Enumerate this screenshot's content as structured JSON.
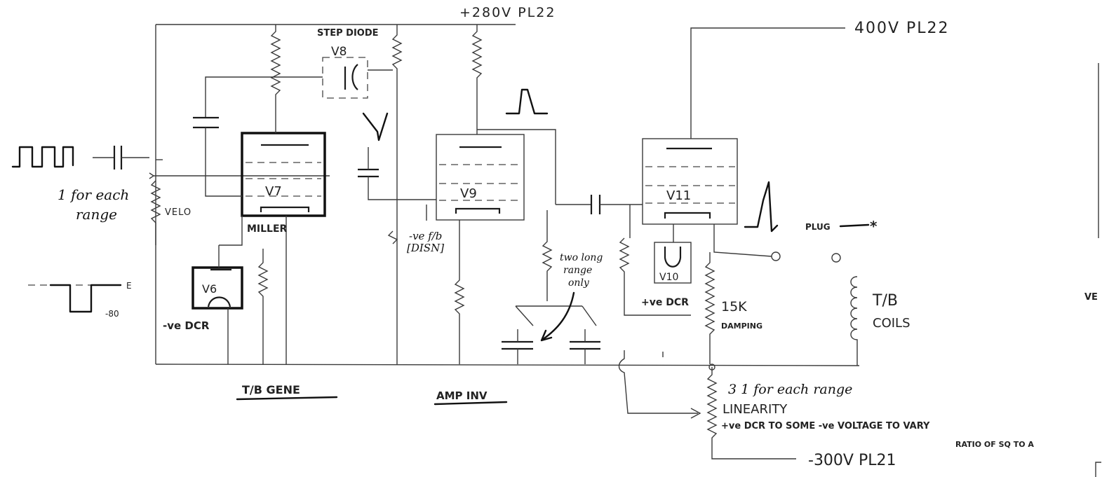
{
  "rails": {
    "hv_280": "+280V PL22",
    "hv_400": "400V PL22",
    "neg_300": "-300V PL21"
  },
  "valves": {
    "v6": "V6",
    "v7": "V7",
    "v8": "V8",
    "v9": "V9",
    "v10": "V10",
    "v11": "V11"
  },
  "labels": {
    "step_diode": "STEP DIODE",
    "miller": "MILLER",
    "velo": "VELO",
    "ve_dcr_neg": "-ve DCR",
    "ve_dcr_pos": "+ve DCR",
    "ve_fb": "-ve f/b",
    "disn": "[DISN]",
    "one_each_range_a": "1 for each",
    "one_each_range_b": "range",
    "two_long_a": "two long",
    "two_long_b": "range",
    "two_long_c": "only",
    "level_e": "E",
    "level_80": "-80",
    "plug": "PLUG",
    "fifteen_k": "15K",
    "damping": "DAMPING",
    "tb_a": "T/B",
    "tb_b": "COILS",
    "three_each": "3  1 for each range",
    "linearity": "LINEARITY",
    "note_a": "+ve DCR TO SOME -ve VOLTAGE  TO VARY",
    "note_b": "RATIO OF SQ TO A",
    "tb_gene": "T/B GENE",
    "amp_inv": "AMP INV",
    "edge_ve": "VE"
  }
}
